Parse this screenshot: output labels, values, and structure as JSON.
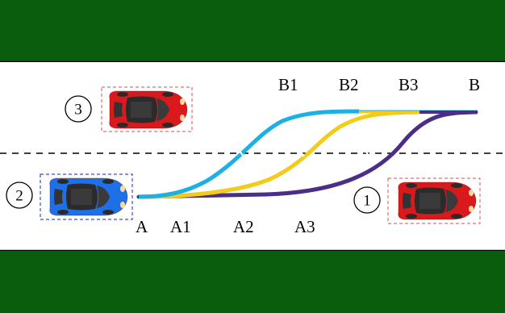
{
  "colors": {
    "grass": "#0b5d0e",
    "road": "#ffffff",
    "lane_line": "#000000",
    "car_red": "#d9191c",
    "car_blue": "#1f6fe6",
    "box_red": "#e07070",
    "box_blue": "#3a4fc0",
    "path_cyan": "#1cb0e6",
    "path_yellow": "#f2cc18",
    "path_purple": "#4b2f86"
  },
  "start_labels": {
    "a": "A",
    "a1": "A1",
    "a2": "A2",
    "a3": "A3"
  },
  "end_labels": {
    "b1": "B1",
    "b2": "B2",
    "b3": "B3",
    "b": "B"
  },
  "vehicles": {
    "ego": {
      "number": "2",
      "color": "blue"
    },
    "car_front": {
      "number": "1",
      "color": "red"
    },
    "car_adjacent": {
      "number": "3",
      "color": "red"
    }
  }
}
